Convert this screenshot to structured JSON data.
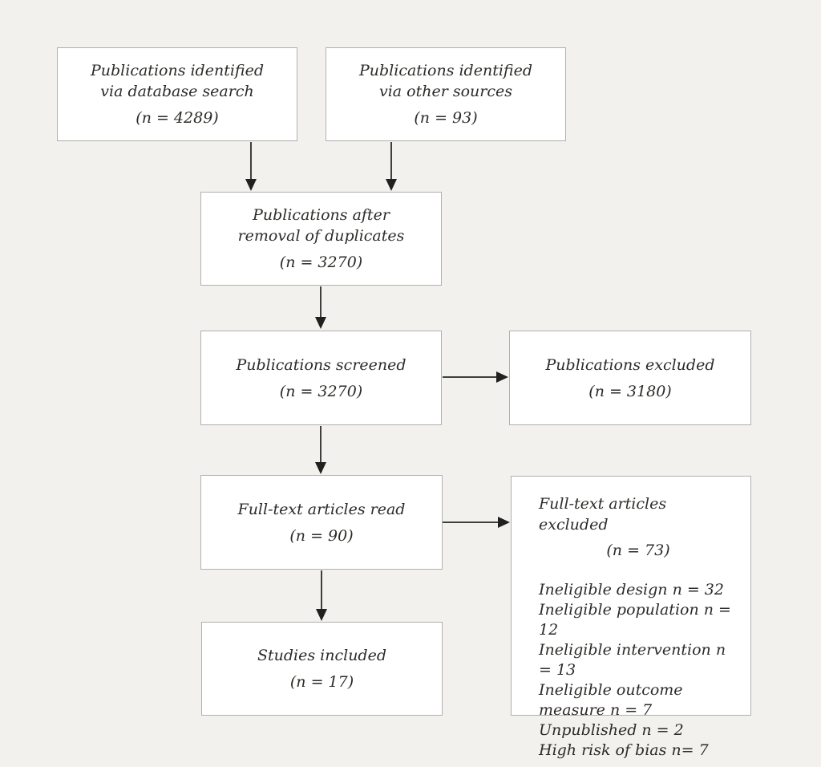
{
  "diagram": {
    "type": "prisma-flowchart",
    "background_color": "#f2f1ee",
    "box_fill_color": "#ffffff",
    "box_border_color": "#b2b0ad",
    "text_color": "#2d2b28",
    "arrow_color": "#21201e"
  },
  "flow": {
    "database_search": {
      "lines": [
        "Publications identified",
        "via database search"
      ],
      "count": "(n = 4289)"
    },
    "other_sources": {
      "lines": [
        "Publications identified",
        "via other sources"
      ],
      "count": "(n = 93)"
    },
    "duplicates_removed": {
      "lines": [
        "Publications after",
        "removal of duplicates"
      ],
      "count": "(n = 3270)"
    },
    "screened": {
      "lines": [
        "Publications screened"
      ],
      "count": "(n = 3270)"
    },
    "publications_excluded": {
      "lines": [
        "Publications excluded"
      ],
      "count": "(n = 3180)"
    },
    "fulltext_read": {
      "lines": [
        "Full-text articles read"
      ],
      "count": "(n = 90)"
    },
    "fulltext_excluded": {
      "title": "Full-text articles excluded",
      "count": "(n = 73)",
      "reasons": [
        "Ineligible design n = 32",
        "Ineligible population n = 12",
        "Ineligible intervention n = 13",
        "Ineligible outcome measure n = 7",
        "Unpublished n = 2",
        "High risk of bias n= 7"
      ]
    },
    "included": {
      "lines": [
        "Studies included"
      ],
      "count": "(n = 17)"
    }
  },
  "connections": [
    {
      "from": "database_search",
      "to": "duplicates_removed"
    },
    {
      "from": "other_sources",
      "to": "duplicates_removed"
    },
    {
      "from": "duplicates_removed",
      "to": "screened"
    },
    {
      "from": "screened",
      "to": "publications_excluded"
    },
    {
      "from": "screened",
      "to": "fulltext_read"
    },
    {
      "from": "fulltext_read",
      "to": "fulltext_excluded"
    },
    {
      "from": "fulltext_read",
      "to": "included"
    }
  ]
}
